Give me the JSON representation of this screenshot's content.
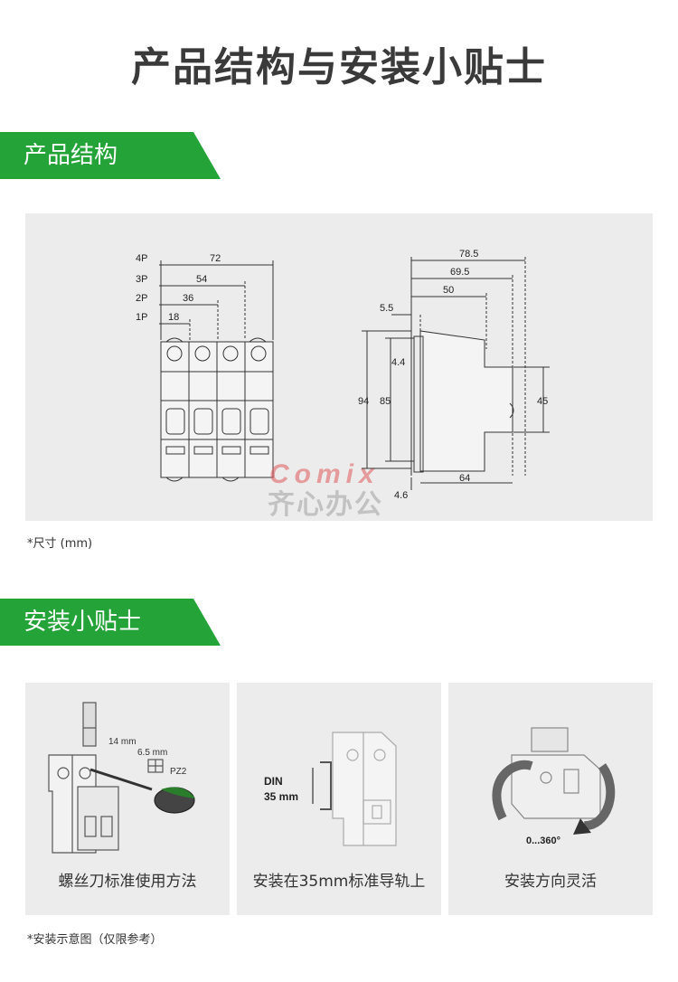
{
  "page_title": "产品结构与安装小贴士",
  "sections": {
    "structure": {
      "title": "产品结构",
      "note": "*尺寸 (mm)",
      "front_view": {
        "pole_labels": [
          "4P",
          "3P",
          "2P",
          "1P"
        ],
        "widths": [
          "72",
          "54",
          "36",
          "18"
        ]
      },
      "side_view": {
        "top_widths": [
          "78.5",
          "69.5",
          "50"
        ],
        "offset": "5.5",
        "heights": [
          "4.4",
          "94",
          "85",
          "45"
        ],
        "bottom_offset": "4.6",
        "bottom_width": "64"
      },
      "watermark": {
        "brand": "Comix",
        "text": "齐心办公"
      }
    },
    "install": {
      "title": "安装小贴士",
      "note": "*安装示意图（仅限参考）",
      "cards": [
        {
          "label": "螺丝刀标准使用方法",
          "annotations": [
            "14 mm",
            "6.5 mm",
            "PZ2"
          ]
        },
        {
          "label": "安装在35mm标准导轨上",
          "annotations": [
            "DIN",
            "35 mm"
          ]
        },
        {
          "label": "安装方向灵活",
          "annotations": [
            "0...360°"
          ]
        }
      ]
    }
  },
  "colors": {
    "accent_green": "#24a339",
    "panel_gray": "#ececec",
    "watermark_red": "#e05a5a"
  }
}
